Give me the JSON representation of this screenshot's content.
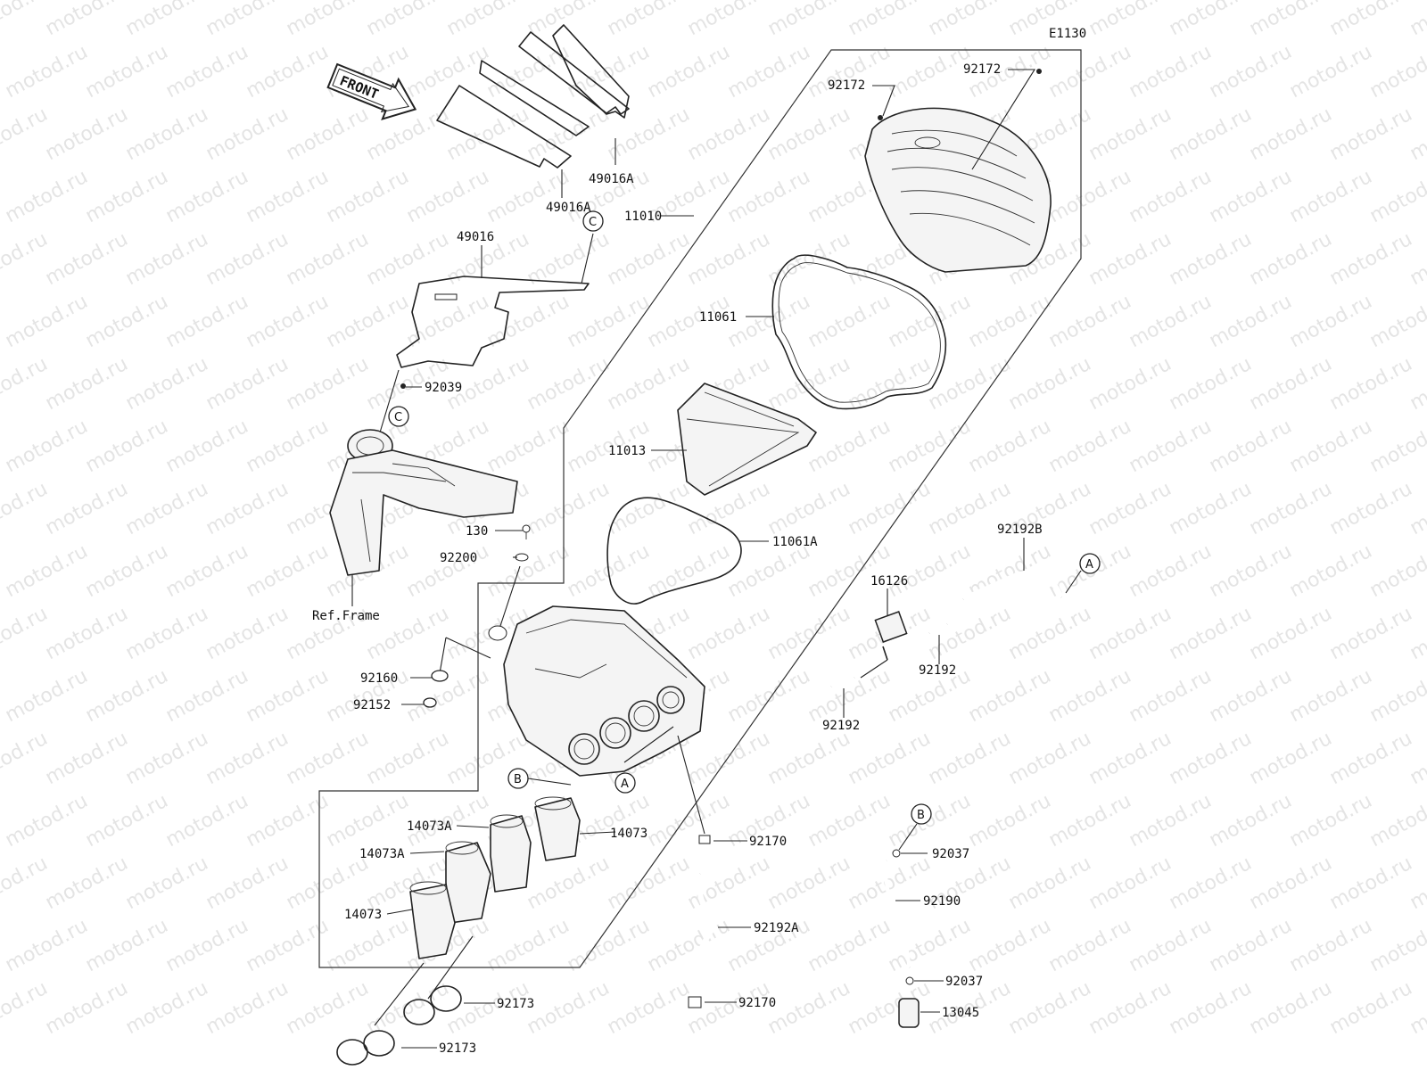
{
  "diagram_code": "E1130",
  "front_label": "FRONT",
  "ref_frame_label": "Ref.Frame",
  "watermark_text": "motod.ru",
  "callouts": {
    "a": "A",
    "b": "B",
    "c": "C"
  },
  "parts": {
    "p92172_left": "92172",
    "p92172_right": "92172",
    "p49016A_top": "49016A",
    "p49016A_bottom": "49016A",
    "p11010": "11010",
    "p49016": "49016",
    "p11061": "11061",
    "p92039": "92039",
    "p11013": "11013",
    "p130": "130",
    "p92200": "92200",
    "p11061A": "11061A",
    "p92192B": "92192B",
    "p16126": "16126",
    "p92192_right": "92192",
    "p92192_bottom": "92192",
    "p92160": "92160",
    "p92152": "92152",
    "p14073A_top": "14073A",
    "p14073_right": "14073",
    "p14073A_left": "14073A",
    "p14073_left": "14073",
    "p92170_top": "92170",
    "p92192A": "92192A",
    "p92170_bottom": "92170",
    "p92037_top": "92037",
    "p92190": "92190",
    "p92037_bottom": "92037",
    "p13045": "13045",
    "p92173_top": "92173",
    "p92173_bottom": "92173"
  }
}
